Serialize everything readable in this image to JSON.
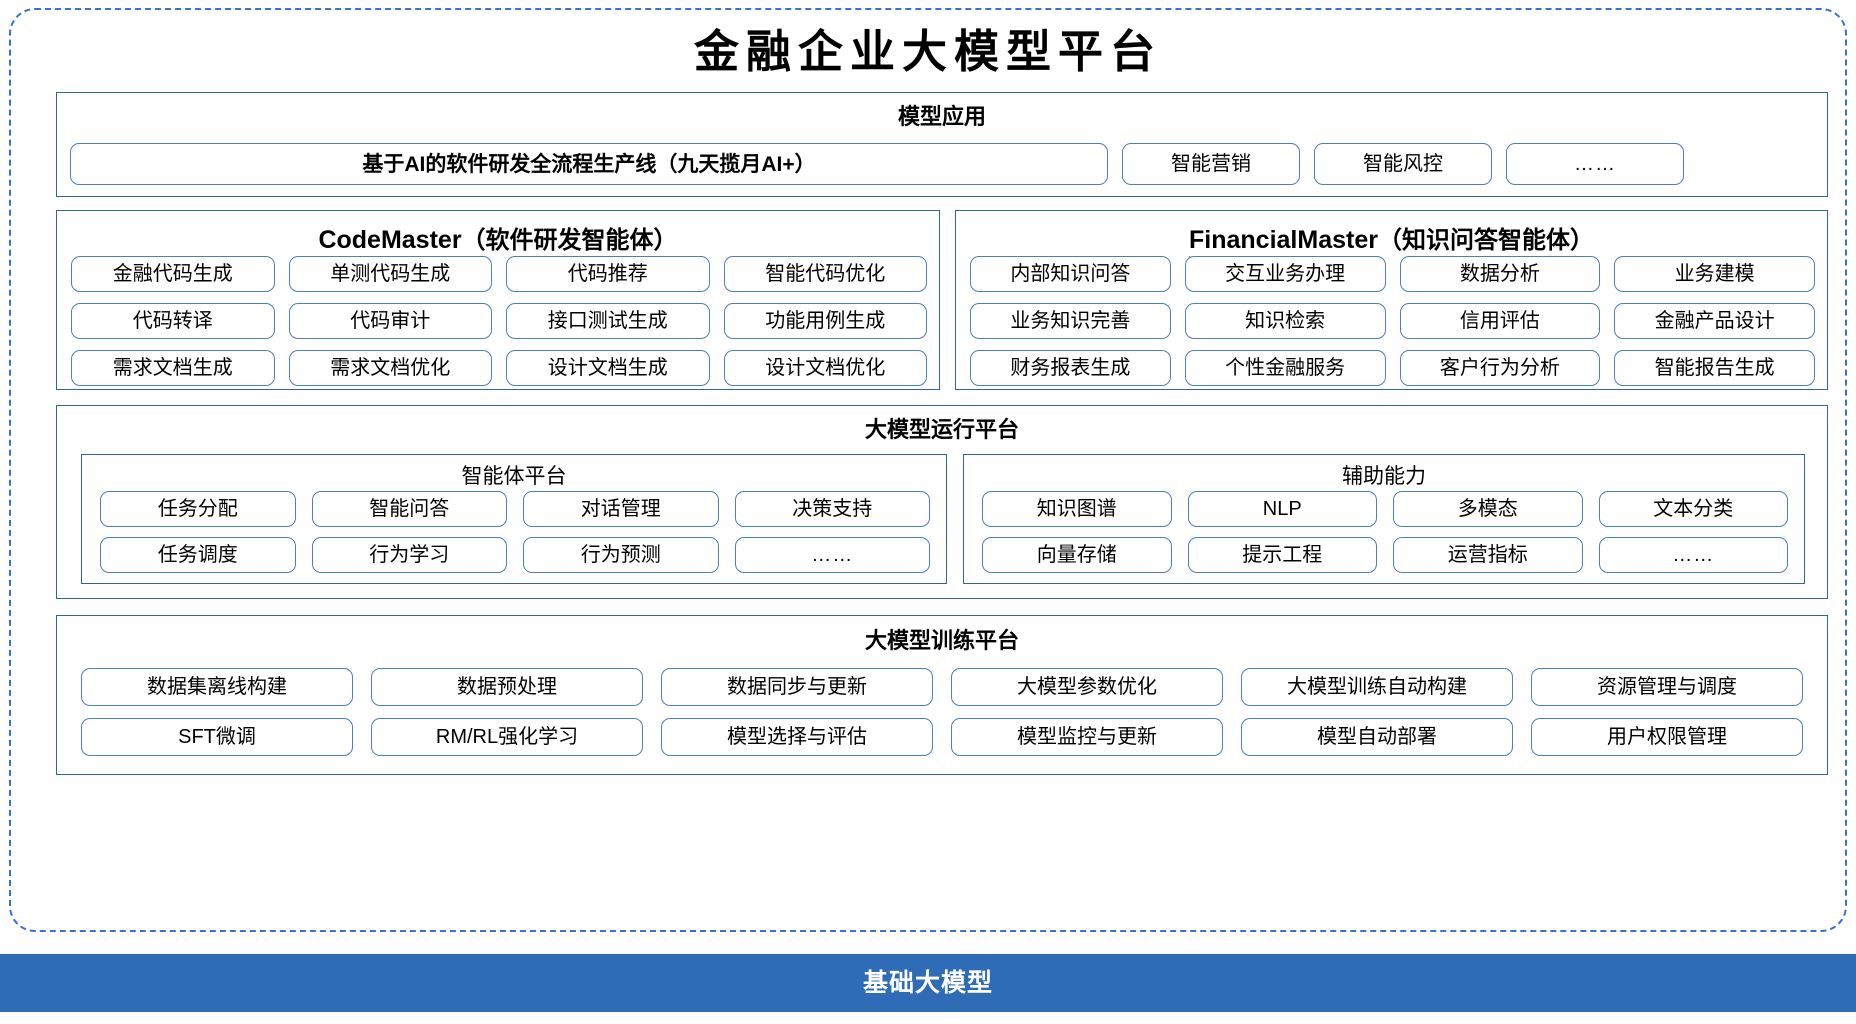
{
  "title": "金融企业大模型平台",
  "colors": {
    "frame_border": "#3b6fd4",
    "panel_border": "#2e62b0",
    "chip_border": "#4a7ec9",
    "base_band": "#2e6cb8",
    "spellcheck_underline": "#e02020"
  },
  "model_application": {
    "title": "模型应用",
    "banner": "基于AI的软件研发全流程生产线（九天揽月AI+）",
    "items": [
      "智能营销",
      "智能风控",
      "……"
    ]
  },
  "code_master": {
    "latin": "CodeMaster",
    "cn": "（软件研发智能体）",
    "items": [
      "金融代码生成",
      "单测代码生成",
      "代码推荐",
      "智能代码优化",
      "代码转译",
      "代码审计",
      "接口测试生成",
      "功能用例生成",
      "需求文档生成",
      "需求文档优化",
      "设计文档生成",
      "设计文档优化"
    ]
  },
  "financial_master": {
    "latin": "FinancialMaster",
    "cn": "（知识问答智能体）",
    "items": [
      "内部知识问答",
      "交互业务办理",
      "数据分析",
      "业务建模",
      "业务知识完善",
      "知识检索",
      "信用评估",
      "金融产品设计",
      "财务报表生成",
      "个性金融服务",
      "客户行为分析",
      "智能报告生成"
    ]
  },
  "runtime_platform": {
    "title": "大模型运行平台",
    "agent_platform": {
      "title": "智能体平台",
      "items": [
        "任务分配",
        "智能问答",
        "对话管理",
        "决策支持",
        "任务调度",
        "行为学习",
        "行为预测",
        "……"
      ]
    },
    "auxiliary_ability": {
      "title": "辅助能力",
      "items": [
        "知识图谱",
        "NLP",
        "多模态",
        "文本分类",
        "向量存储",
        "提示工程",
        "运营指标",
        "……"
      ]
    }
  },
  "training_platform": {
    "title": "大模型训练平台",
    "items": [
      "数据集离线构建",
      "数据预处理",
      "数据同步与更新",
      "大模型参数优化",
      "大模型训练自动构建",
      "资源管理与调度",
      "SFT微调",
      "RM/RL强化学习",
      "模型选择与评估",
      "模型监控与更新",
      "模型自动部署",
      "用户权限管理"
    ]
  },
  "base_model": {
    "label": "基础大模型"
  }
}
